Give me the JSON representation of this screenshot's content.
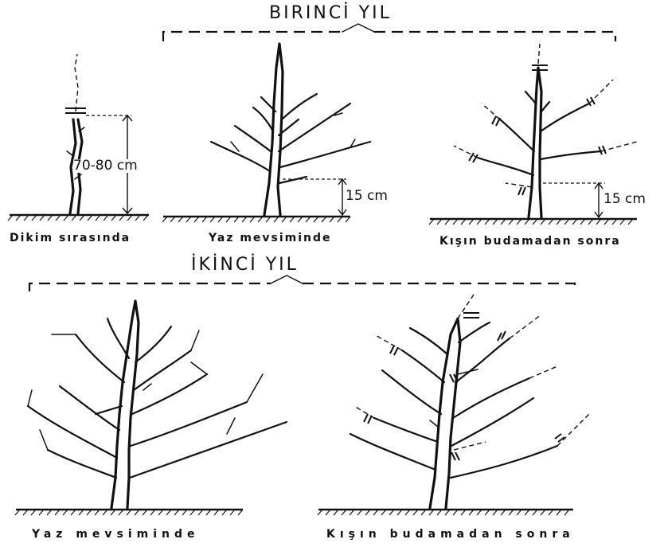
{
  "first_year": {
    "title": "BIRINCİ YIL"
  },
  "second_year": {
    "title": "İKİNCİ YIL"
  },
  "panels": {
    "planting": {
      "label": "Dikim sırasında",
      "height_label": "70-80 cm"
    },
    "y1_summer": {
      "label": "Yaz mevsiminde",
      "height_label": "15 cm"
    },
    "y1_winter": {
      "label": "Kışın budamadan sonra",
      "height_label": "15 cm"
    },
    "y2_summer": {
      "label": "Yaz mevsiminde"
    },
    "y2_winter": {
      "label": "Kışın budamadan sonra"
    }
  }
}
